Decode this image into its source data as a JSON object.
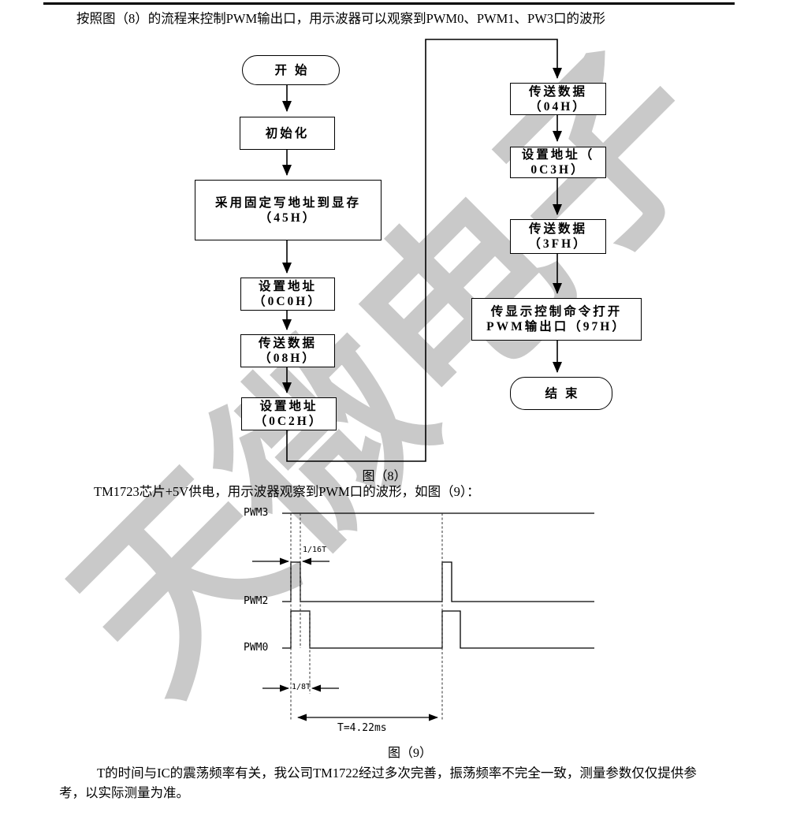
{
  "page": {
    "intro": "按照图（8）的流程来控制PWM输出口，用示波器可以观察到PWM0、PWM1、PW3口的波形",
    "fig8_caption": "图（8）",
    "tm1723_line": "TM1723芯片+5V供电，用示波器观察到PWM口的波形，如图（9）：",
    "fig9_caption": "图（9）",
    "footer_line1": "T的时间与IC的震荡频率有关，我公司TM1722经过多次完善，振荡频率不完全一致，测量参数仅仅提供参",
    "footer_line2": "考，以实际测量为准。",
    "watermark": "天微电子"
  },
  "flowchart": {
    "nodes": {
      "start": {
        "label": "开始"
      },
      "init": {
        "label": "初始化"
      },
      "fixed_write": {
        "line1": "采用固定写地址到显存",
        "line2": "（45H）"
      },
      "set_addr_0c0h": {
        "line1": "设置地址",
        "line2": "（0C0H）"
      },
      "send_data_08h": {
        "line1": "传送数据",
        "line2": "（08H）"
      },
      "set_addr_0c2h": {
        "line1": "设置地址",
        "line2": "（0C2H）"
      },
      "send_data_04h": {
        "line1": "传送数据",
        "line2": "（04H）"
      },
      "set_addr_0c3h": {
        "line1": "设置地址（",
        "line2": "0C3H）"
      },
      "send_data_3fh": {
        "line1": "传送数据",
        "line2": "（3FH）"
      },
      "open_pwm_97h": {
        "line1": "传显示控制命令打开",
        "line2": "PWM输出口（97H）"
      },
      "end": {
        "label": "结束"
      }
    }
  },
  "waveform": {
    "labels": {
      "pwm3": "PWM3",
      "pwm2": "PWM2",
      "pwm0": "PWM0"
    },
    "annotations": {
      "pwm2_pulse_width": "1/16T",
      "pwm0_pulse_width": "1/8T",
      "period": "T=4.22ms"
    }
  },
  "colors": {
    "line": "#000000",
    "watermark_gray": "#c9c9c9"
  }
}
